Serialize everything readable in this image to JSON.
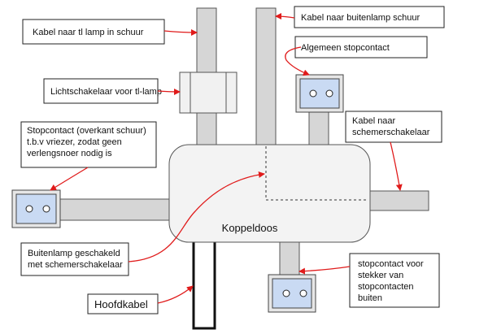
{
  "labels": {
    "kabel_tl": "Kabel naar tl lamp in schuur",
    "kabel_buitenlamp": "Kabel naar buitenlamp schuur",
    "algemeen": "Algemeen stopcontact",
    "lichtschakelaar": "Lichtschakelaar voor tl-lamp",
    "kabel_schemer": [
      "Kabel naar",
      "schemerschakelaar"
    ],
    "stopcontact_schuur": [
      "Stopcontact (overkant schuur)",
      "t.b.v vriezer, zodat geen",
      "verlengsnoer nodig is"
    ],
    "buitenlamp": [
      "Buitenlamp geschakeld",
      "met schemerschakelaar"
    ],
    "stopcontact_buiten": [
      "stopcontact voor",
      "stekker van",
      "stopcontacten",
      "buiten"
    ],
    "koppeldoos": "Koppeldoos",
    "hoofdkabel": "Hoofdkabel"
  },
  "colors": {
    "arrow": "#e01b1b",
    "cable": "#d6d6d6",
    "socket_face": "#c9daf3",
    "junction_box": "#f3f3f3"
  }
}
